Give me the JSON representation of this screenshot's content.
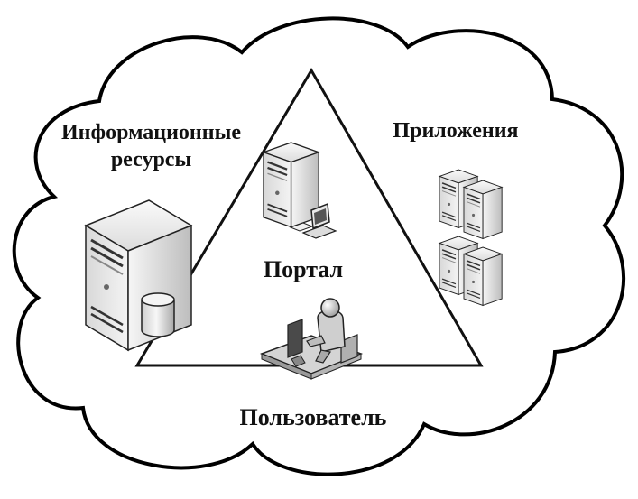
{
  "diagram": {
    "labels": {
      "info_line1": "Информационные",
      "info_line2": "ресурсы",
      "applications": "Приложения",
      "portal": "Портал",
      "user": "Пользователь"
    },
    "icons": {
      "info_resources": "server-with-database-icon",
      "portal": "server-with-workstation-icon",
      "applications": "server-cluster-icon",
      "user": "user-at-computer-icon"
    },
    "colors": {
      "line": "#111111",
      "fill": "#ffffff",
      "server_light": "#e6e6e6",
      "server_dark": "#8a8a8a"
    }
  }
}
